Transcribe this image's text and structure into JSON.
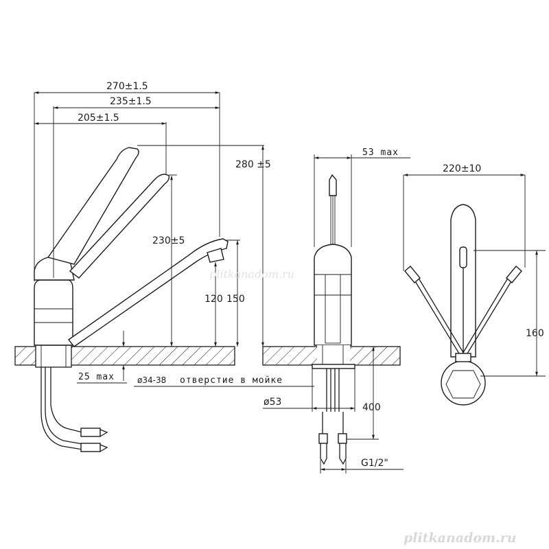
{
  "dimensions": {
    "width_total": "270±1.5",
    "width_spout": "235±1.5",
    "width_lever": "205±1.5",
    "height_total": "280 ±5",
    "height_lever": "230±5",
    "height_spout_low": "120",
    "height_spout_high": "150",
    "deck_thickness": "25 max",
    "hole_diameter": "ø34-38",
    "hole_caption": "отверстие в мойке",
    "side_width": "53 max",
    "base_diameter": "ø53",
    "hose_length": "400",
    "thread": "G1/2\"",
    "lever_swing": "220±10",
    "lever_height": "160"
  },
  "watermark": {
    "center": "plitkanadom.ru",
    "corner": "plitkanadom.ru"
  }
}
